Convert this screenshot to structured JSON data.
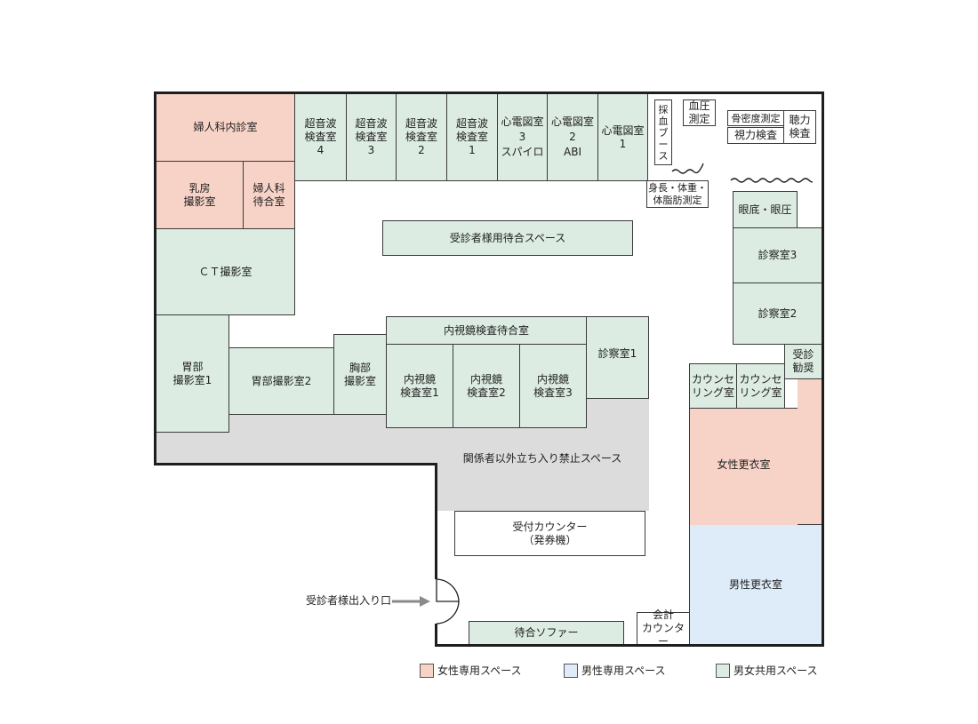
{
  "rooms": {
    "gyn_exam": "婦人科内診室",
    "mammo": "乳房\n撮影室",
    "gyn_wait": "婦人科\n待合室",
    "ct": "ＣＴ撮影室",
    "us4": "超音波\n検査室\n4",
    "us3": "超音波\n検査室\n3",
    "us2": "超音波\n検査室\n2",
    "us1": "超音波\n検査室\n1",
    "ecg3": "心電図室\n3\nスパイロ",
    "ecg2": "心電図室\n2\nABI",
    "ecg1": "心電図室\n1",
    "blood_draw": "採\n血\nブ\nー\nス",
    "bp": "血圧\n測定",
    "bone": "骨密度測定",
    "vision": "視力検査",
    "hearing": "聴力\n検査",
    "body_measure": "身長・体重・\n体脂肪測定",
    "fundus": "眼底・眼圧",
    "exam3": "診察室3",
    "exam2": "診察室2",
    "waiting_space": "受診者様用待合スペース",
    "stomach1": "胃部\n撮影室1",
    "stomach2": "胃部撮影室2",
    "chest": "胸部\n撮影室",
    "endo_wait": "内視鏡検査待合室",
    "endo1": "内視鏡\n検査室1",
    "endo2": "内視鏡\n検査室2",
    "endo3": "内視鏡\n検査室3",
    "exam1": "診察室1",
    "counsel1": "カウンセ\nリング室",
    "counsel2": "カウンセ\nリング室",
    "recommend": "受診\n勧奨",
    "restricted": "関係者以外立ち入り禁止スペース",
    "reception": "受付カウンター\n（発券機）",
    "female_locker": "女性更衣室",
    "male_locker": "男性更衣室",
    "accounting": "会計\nカウンター",
    "sofa": "待合ソファー"
  },
  "entrance_label": "受診者様出入り口",
  "legend": [
    {
      "label": "女性専用スペース",
      "color": "#f7d3c7"
    },
    {
      "label": "男性専用スペース",
      "color": "#ddecf8"
    },
    {
      "label": "男女共用スペース",
      "color": "#dcece2"
    }
  ],
  "colors": {
    "shared": "#dcece2",
    "female": "#f7d3c7",
    "male": "#ddecf8",
    "restricted": "#dcdcdc",
    "wall": "#1e1e1e"
  }
}
